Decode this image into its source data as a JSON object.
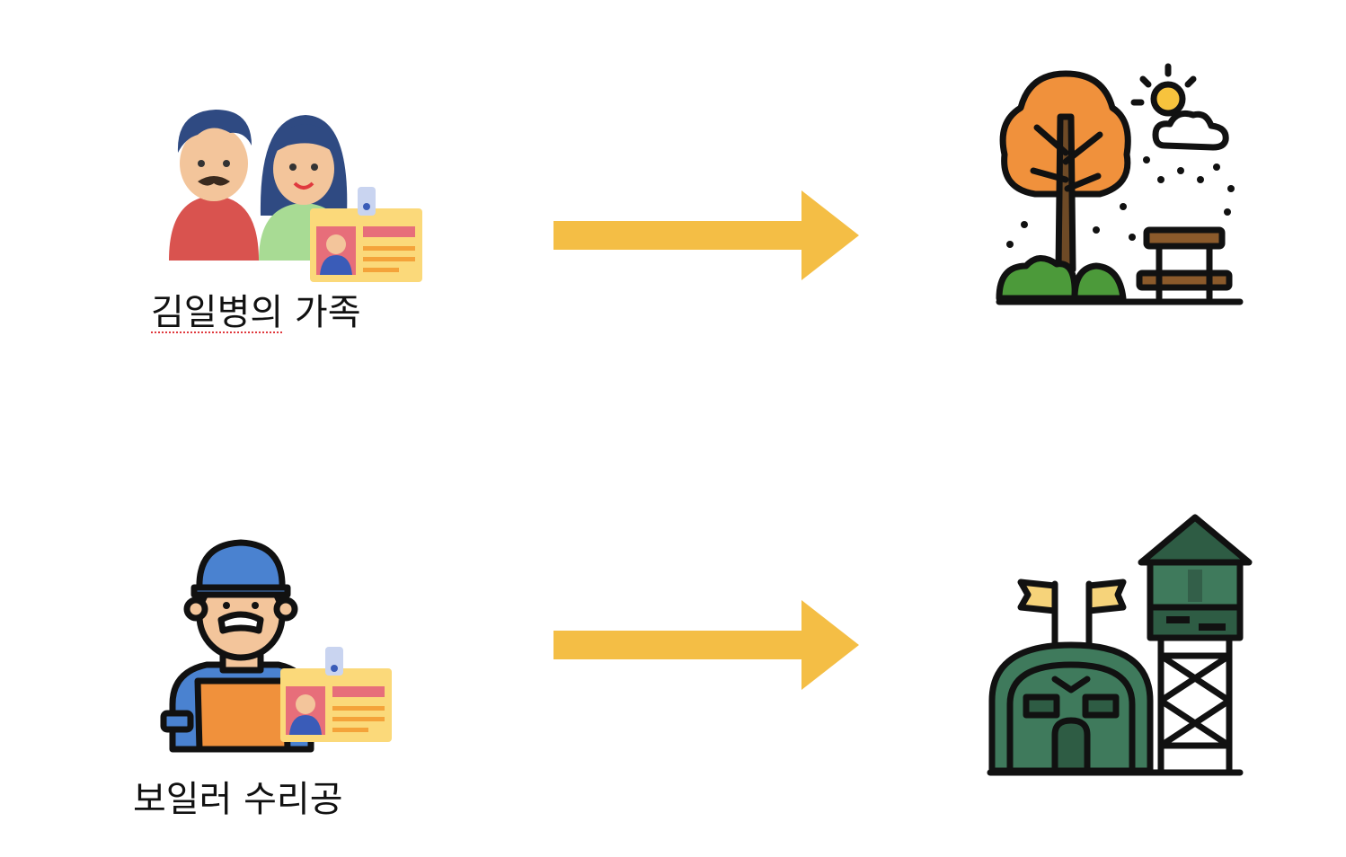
{
  "rows": [
    {
      "person_label_underlined": "김일병의",
      "person_label_rest": " 가족",
      "person_icon": "family-id-card-icon",
      "destination_icon": "park-tree-bench-icon"
    },
    {
      "person_label": "보일러 수리공",
      "person_icon": "repairman-id-card-icon",
      "destination_icon": "military-base-icon"
    }
  ],
  "colors": {
    "arrow": "#F4BE45",
    "orange_tree": "#F0913C",
    "military_green": "#3F7A5C",
    "outline": "#111111"
  }
}
